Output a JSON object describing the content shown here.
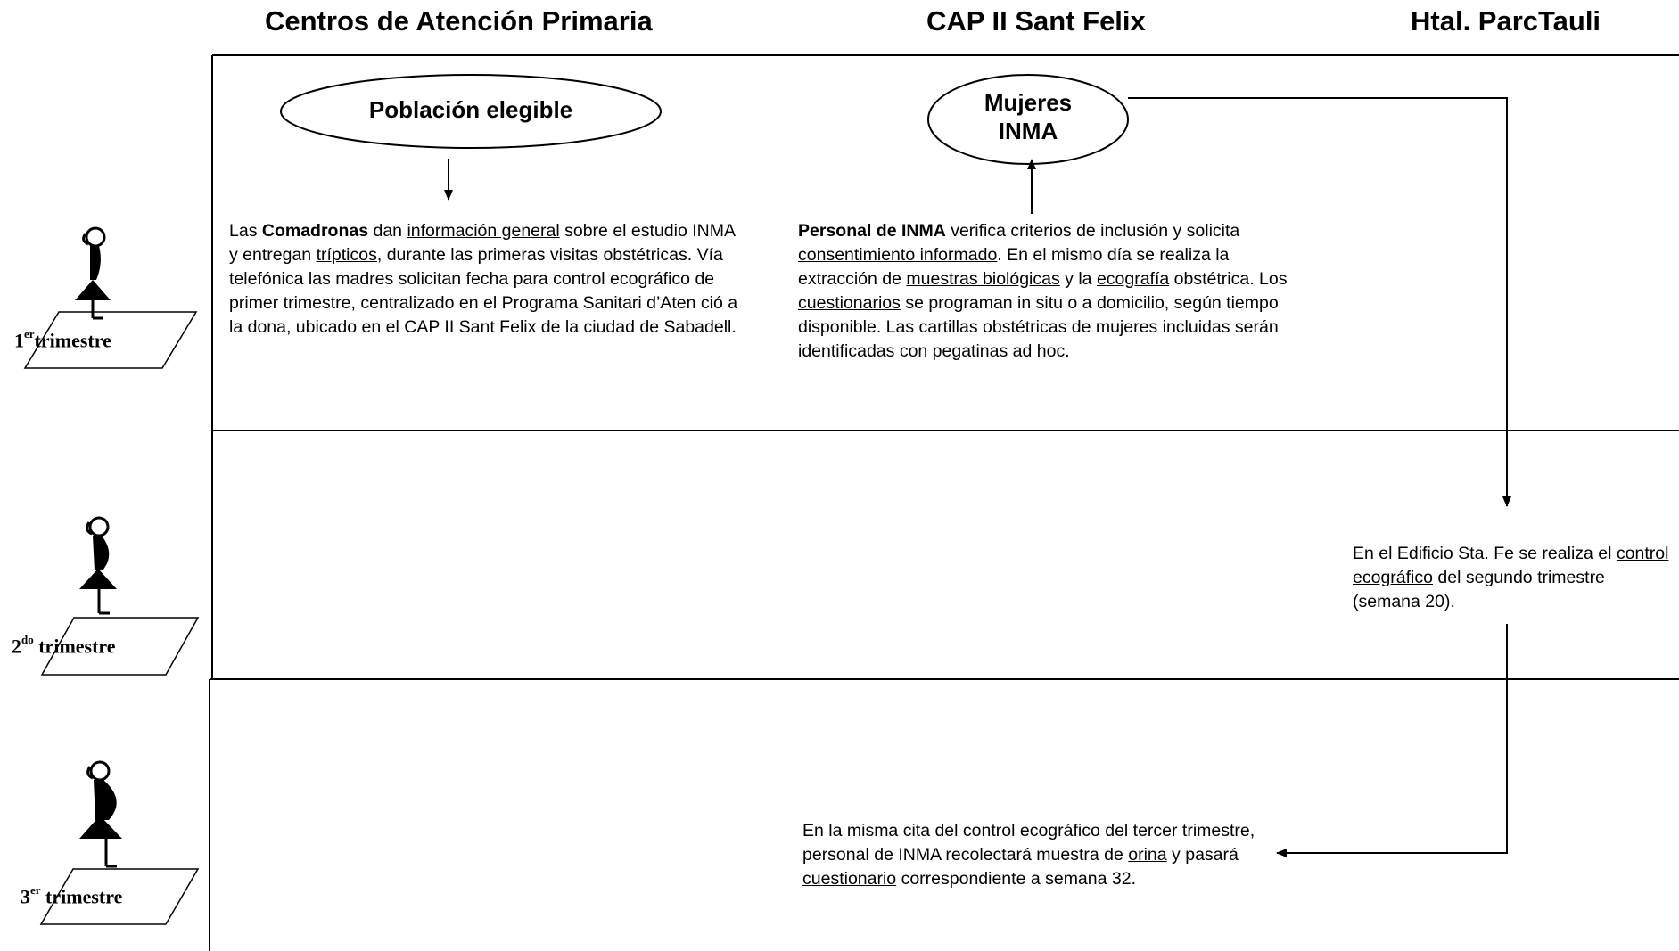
{
  "columns": {
    "col1": "Centros de Atención Primaria",
    "col2": "CAP II Sant  Felix",
    "col3": "Htal. ParcTauli"
  },
  "ellipses": {
    "poblacion": "Población elegible",
    "mujeres_l1": "Mujeres",
    "mujeres_l2": "INMA"
  },
  "trimesters": [
    {
      "num": "1",
      "sup": "er",
      "label": "trimestre"
    },
    {
      "num": "2",
      "sup": "do",
      "label": " trimestre"
    },
    {
      "num": "3",
      "sup": "er",
      "label": " trimestre"
    }
  ],
  "text_blocks": {
    "comadronas": {
      "t1": "Las ",
      "b1": "Comadronas",
      "t2": " dan ",
      "u1": "información general",
      "t3": " sobre  el estudio INMA y entregan ",
      "u2": "trípticos",
      "t4": ", durante las primeras visitas obstétricas. Vía telefónica las madres solicitan fecha para control ecográfico de primer trimestre, centralizado en el Programa Sanitari d’Aten ció a la dona, ubicado en el CAP II Sant Felix de la ciudad de Sabadell."
    },
    "personal": {
      "b1": "Personal de INMA",
      "t1": " verifica criterios de inclusión y solicita ",
      "u1": "consentimiento informado",
      "t2": ". En el mismo día se realiza la extracción de ",
      "u2": "muestras biológicas",
      "t3": " y la ",
      "u3": "ecografía",
      "t4": " obstétrica. Los ",
      "u4": "cuestionarios",
      "t5": " se programan in situ o a domicilio, según tiempo disponible. Las cartillas obstétricas de mujeres incluidas serán identificadas con  pegatinas ad hoc."
    },
    "edificio": {
      "t1": "En el Edificio Sta. Fe se realiza el ",
      "u1": "control ecográfico",
      "t2": " del segundo trimestre (semana 20)."
    },
    "tercer": {
      "t1": "En la misma cita del control ecográfico del tercer trimestre,  personal de INMA recolectará muestra de ",
      "u1": "orina",
      "t2": " y pasará ",
      "u2": "cuestionario",
      "t3": " correspondiente a semana 32."
    }
  }
}
